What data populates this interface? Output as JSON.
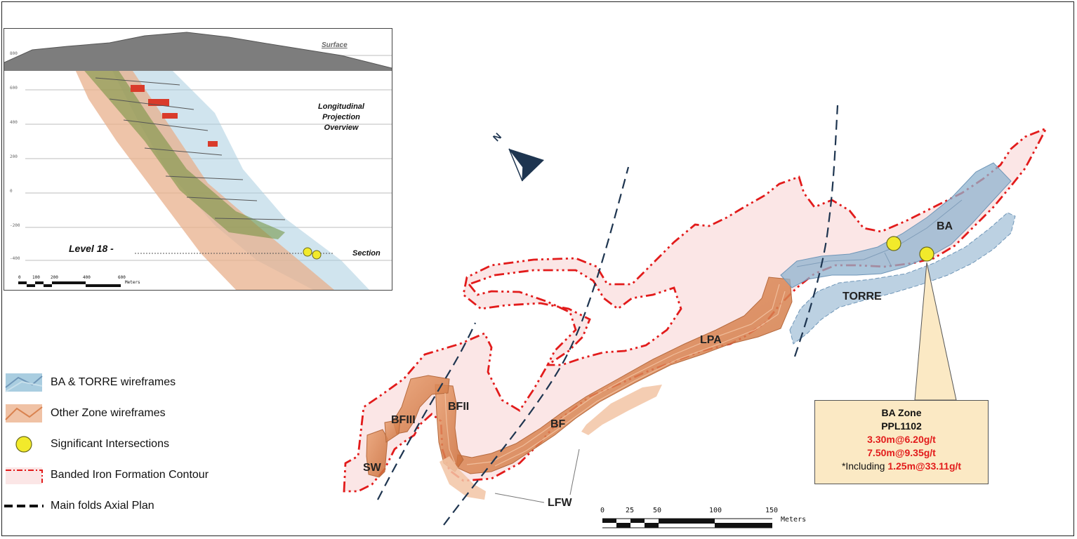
{
  "inset": {
    "surface_label": "Surface",
    "title_line1": "Longitudinal",
    "title_line2": "Projection",
    "title_line3": "Overview",
    "level_label": "Level 18 -",
    "section_label": "Section",
    "y_ticks": [
      "800",
      "600",
      "400",
      "200",
      "0",
      "-200",
      "-400"
    ],
    "scale_ticks": [
      "0",
      "100",
      "200",
      "400",
      "600"
    ],
    "scale_unit": "Meters"
  },
  "legend": {
    "items": [
      {
        "label": "BA & TORRE wireframes"
      },
      {
        "label": "Other Zone wireframes"
      },
      {
        "label": "Significant Intersections"
      },
      {
        "label": "Banded Iron Formation Contour"
      },
      {
        "label": "Main folds Axial Plan"
      }
    ]
  },
  "map": {
    "north_label": "N",
    "zone_labels": {
      "ba": "BA",
      "torre": "TORRE",
      "lpa": "LPA",
      "bf": "BF",
      "bfii": "BFII",
      "bfiii": "BFIII",
      "sw": "SW",
      "lfw": "LFW"
    },
    "scale_ticks": [
      "0",
      "25",
      "50",
      "100",
      "150"
    ],
    "scale_unit": "Meters"
  },
  "callout": {
    "title": "BA Zone",
    "hole": "PPL1102",
    "result1": "3.30m@6.20g/t",
    "result2": "7.50m@9.35g/t",
    "including_prefix": "*Including ",
    "result3": "1.25m@33.11g/t"
  },
  "colors": {
    "ba_torre": "#8fb3cf",
    "other_zone": "#d9824f",
    "intersection": "#f2ea2b",
    "bif_contour": "#e21b1b",
    "bif_fill": "#fbe6e6",
    "axial": "#1e3550",
    "callout_bg": "#fbe9c4"
  }
}
